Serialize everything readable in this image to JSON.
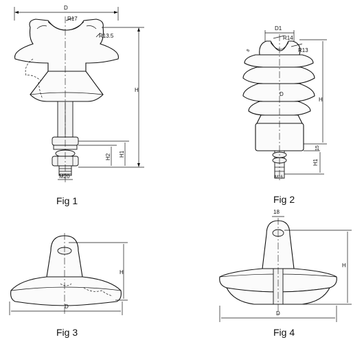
{
  "figures": [
    {
      "caption": "Fig 1",
      "labels": {
        "D": "D",
        "R17": "R17",
        "R13_5": "R13.5",
        "H": "H",
        "H1": "H1",
        "H2": "H2",
        "M": "M20"
      }
    },
    {
      "caption": "Fig 2",
      "labels": {
        "D1": "D1",
        "R14": "R14",
        "R13": "R13",
        "H": "H",
        "D": "D",
        "H1": "H1",
        "t15": "15",
        "M": "M16",
        "t8": "8"
      }
    },
    {
      "caption": "Fig 3",
      "labels": {
        "H": "H",
        "D": "D"
      }
    },
    {
      "caption": "Fig 4",
      "labels": {
        "t18": "18",
        "H": "H",
        "D": "D"
      }
    }
  ]
}
